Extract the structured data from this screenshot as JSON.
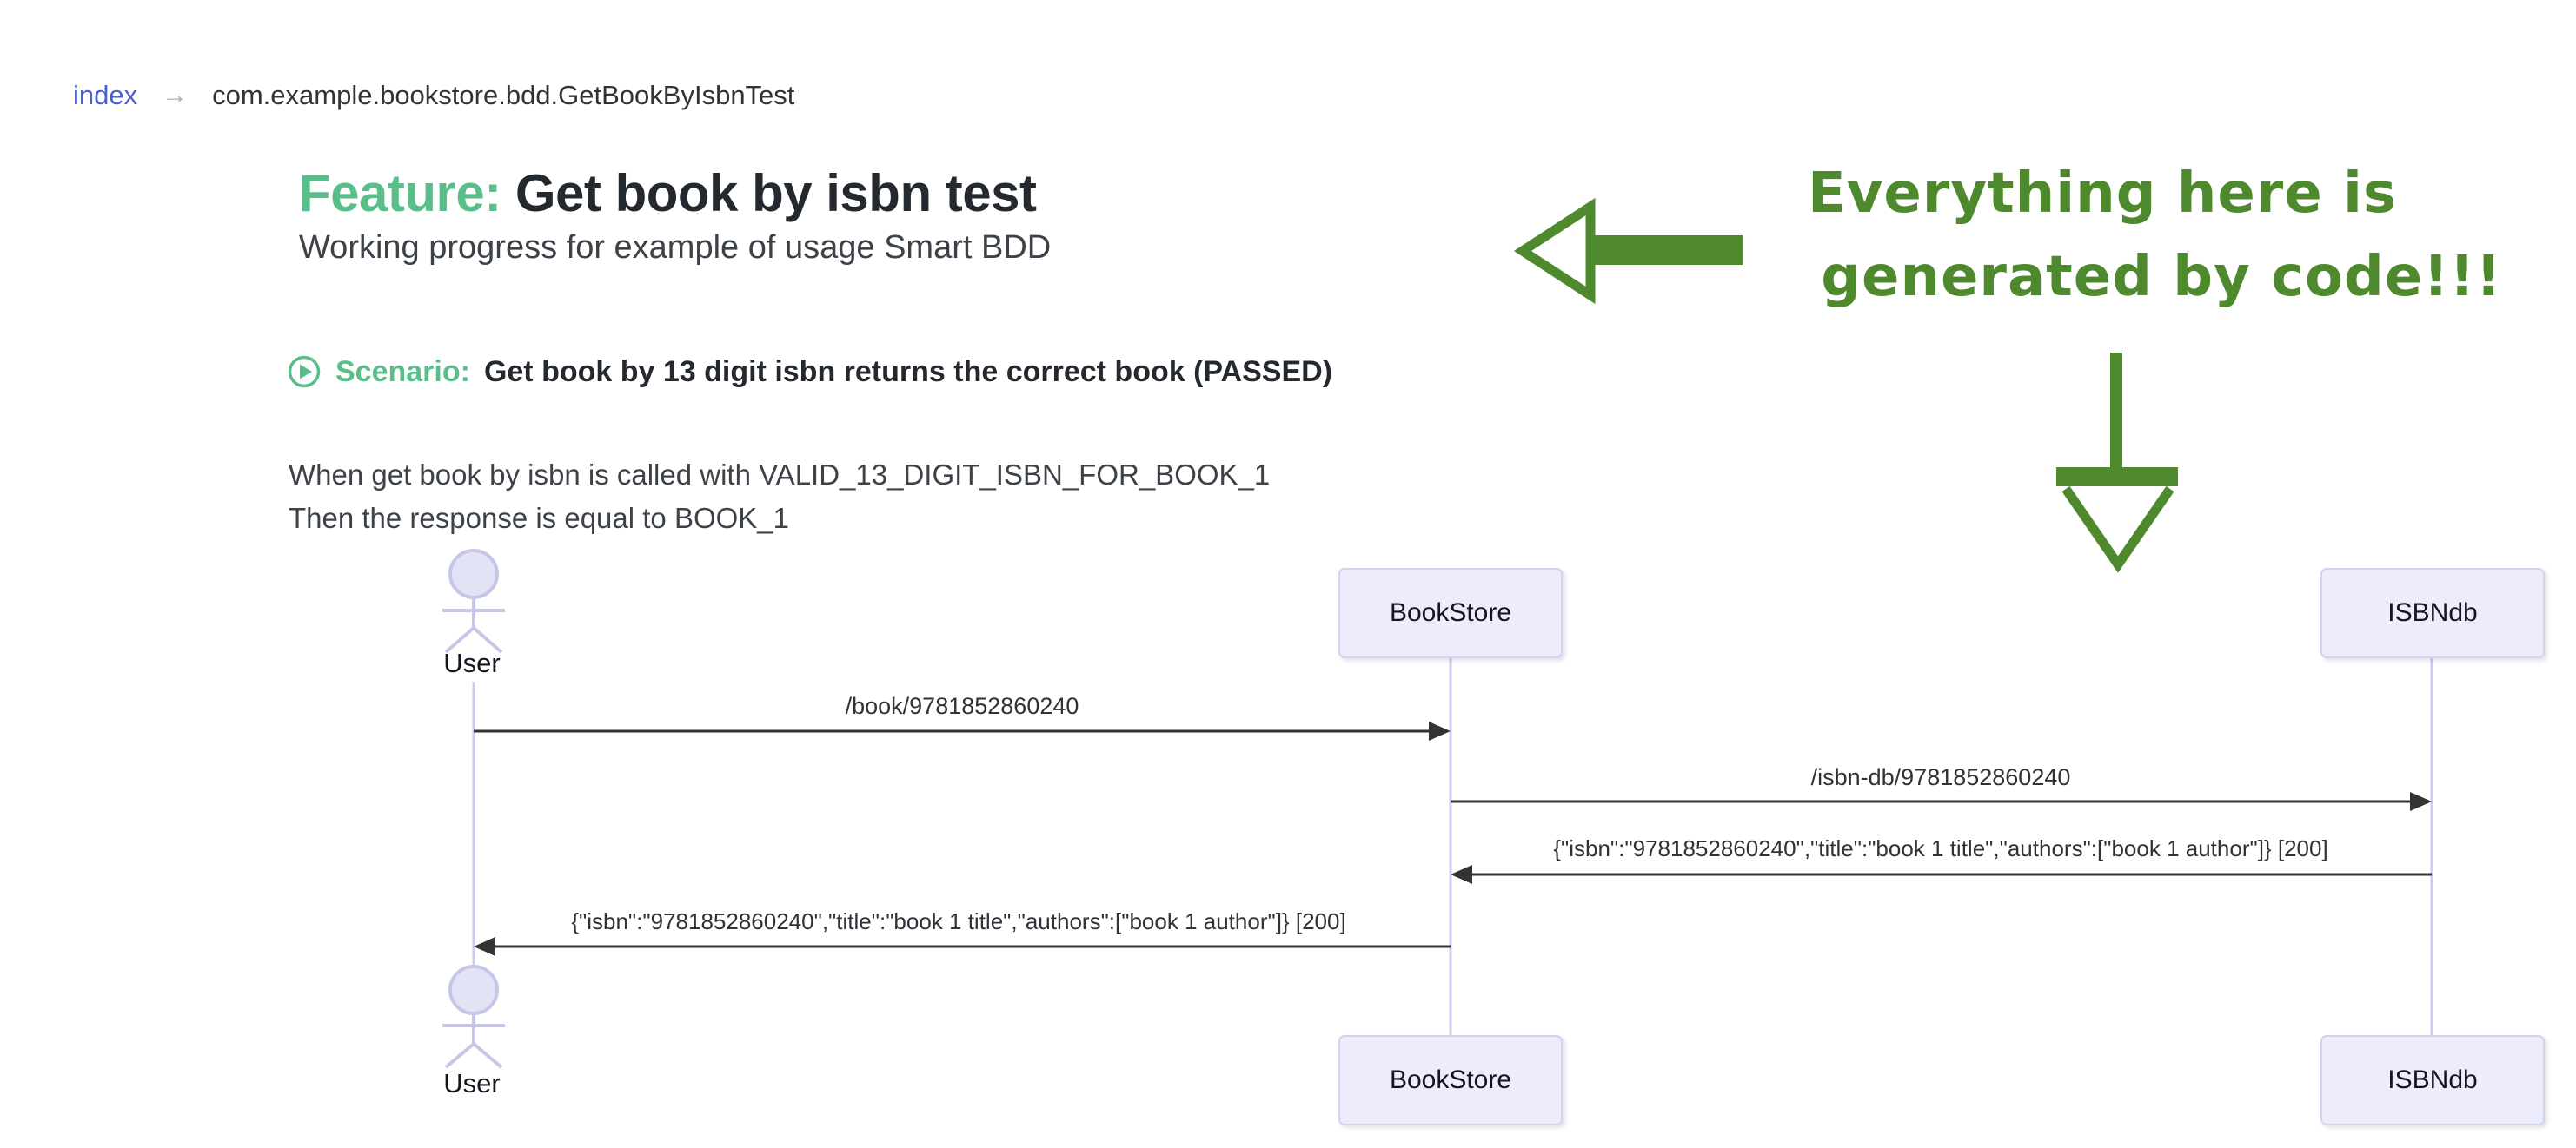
{
  "breadcrumb": {
    "index_label": "index",
    "separator": "→",
    "path": "com.example.bookstore.bdd.GetBookByIsbnTest"
  },
  "feature": {
    "keyword": "Feature:",
    "title": "Get book by isbn test",
    "subtitle": "Working progress for example of usage Smart BDD"
  },
  "scenario": {
    "keyword": "Scenario:",
    "title": "Get book by 13 digit isbn returns the correct book (PASSED)",
    "status": "PASSED",
    "steps": [
      "When get book by isbn is called with VALID_13_DIGIT_ISBN_FOR_BOOK_1",
      "Then the response is equal to BOOK_1"
    ]
  },
  "annotation": {
    "line1": "Everything here is",
    "line2": "generated by code!!!"
  },
  "diagram": {
    "participants": [
      {
        "name": "User",
        "type": "actor"
      },
      {
        "name": "BookStore",
        "type": "participant"
      },
      {
        "name": "ISBNdb",
        "type": "participant"
      }
    ],
    "messages": [
      {
        "from": "User",
        "to": "BookStore",
        "label": "/book/9781852860240"
      },
      {
        "from": "BookStore",
        "to": "ISBNdb",
        "label": "/isbn-db/9781852860240"
      },
      {
        "from": "ISBNdb",
        "to": "BookStore",
        "label": "{\"isbn\":\"9781852860240\",\"title\":\"book 1 title\",\"authors\":[\"book 1 author\"]} [200]"
      },
      {
        "from": "BookStore",
        "to": "User",
        "label": "{\"isbn\":\"9781852860240\",\"title\":\"book 1 title\",\"authors\":[\"book 1 author\"]} [200]"
      }
    ]
  },
  "colors": {
    "accent_green": "#5abe8a",
    "annotation_green": "#4e8a2d",
    "link_blue": "#4a5fd0",
    "arrow_dark": "#333333",
    "participant_fill": "#ececfa",
    "participant_border": "#d3d3ee",
    "lifeline": "#ccccee"
  }
}
